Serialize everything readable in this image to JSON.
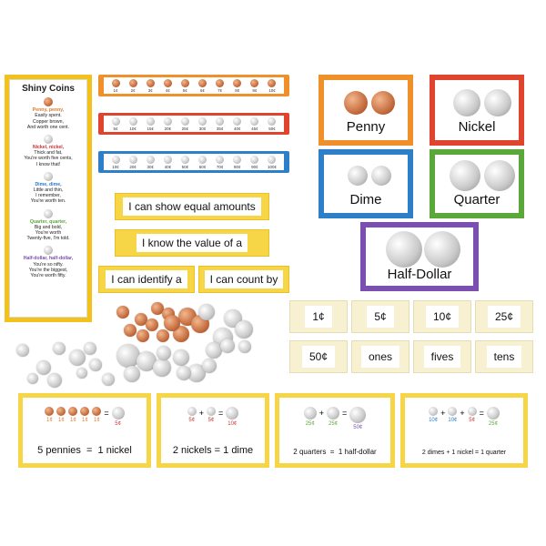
{
  "poem": {
    "title": "Shiny Coins",
    "verses": [
      {
        "lead": "Penny, penny,",
        "lines": [
          "Easily spent.",
          "Copper brown,",
          "And worth one cent."
        ],
        "color": "#e07a2a"
      },
      {
        "lead": "Nickel, nickel,",
        "lines": [
          "Thick and fat,",
          "You're worth five cents,",
          "I know that!"
        ],
        "color": "#d33030"
      },
      {
        "lead": "Dime, dime,",
        "lines": [
          "Little and thin,",
          "I remember,",
          "You're worth ten."
        ],
        "color": "#2a7cc7"
      },
      {
        "lead": "Quarter, quarter,",
        "lines": [
          "Big and bold,",
          "You're worth",
          "Twenty-five, I'm told."
        ],
        "color": "#5aa83a"
      },
      {
        "lead": "Half-dollar, half-dollar,",
        "lines": [
          "You're so nifty.",
          "You're the biggest,",
          "You're worth fifty."
        ],
        "color": "#7a4fb0"
      }
    ]
  },
  "strips": [
    {
      "color": "#f0902a",
      "coin": "copper",
      "labels": [
        "1¢",
        "2¢",
        "3¢",
        "4¢",
        "5¢",
        "6¢",
        "7¢",
        "8¢",
        "9¢",
        "10¢"
      ]
    },
    {
      "color": "#e0432e",
      "coin": "silver",
      "labels": [
        "5¢",
        "10¢",
        "15¢",
        "20¢",
        "25¢",
        "30¢",
        "35¢",
        "40¢",
        "45¢",
        "50¢"
      ]
    },
    {
      "color": "#2d7fc9",
      "coin": "silver",
      "labels": [
        "10¢",
        "20¢",
        "30¢",
        "40¢",
        "50¢",
        "60¢",
        "70¢",
        "80¢",
        "90¢",
        "100¢"
      ]
    }
  ],
  "sentences": [
    "I can show equal amounts",
    "I know the value of a",
    "I can identify a",
    "I can count by"
  ],
  "coin_cards": [
    {
      "label": "Penny",
      "color": "#f0902a"
    },
    {
      "label": "Nickel",
      "color": "#e0432e"
    },
    {
      "label": "Dime",
      "color": "#2d7fc9"
    },
    {
      "label": "Quarter",
      "color": "#5aa83a"
    },
    {
      "label": "Half-Dollar",
      "color": "#7a4fb0"
    }
  ],
  "value_cards": [
    "1¢",
    "5¢",
    "10¢",
    "25¢",
    "50¢",
    "ones",
    "fives",
    "tens"
  ],
  "equations": [
    {
      "coins": [
        "1¢",
        "1¢",
        "1¢",
        "1¢",
        "1¢"
      ],
      "result": "5¢",
      "text": "5 pennies  =  1 nickel"
    },
    {
      "coins": [
        "5¢",
        "5¢"
      ],
      "result": "10¢",
      "text": "2 nickels = 1 dime"
    },
    {
      "coins": [
        "25¢",
        "25¢"
      ],
      "result": "50¢",
      "text": "2 quarters  =  1 half-dollar"
    },
    {
      "coins": [
        "10¢",
        "10¢",
        "5¢"
      ],
      "result": "25¢",
      "text": "2 dimes + 1 nickel = 1 quarter"
    }
  ]
}
